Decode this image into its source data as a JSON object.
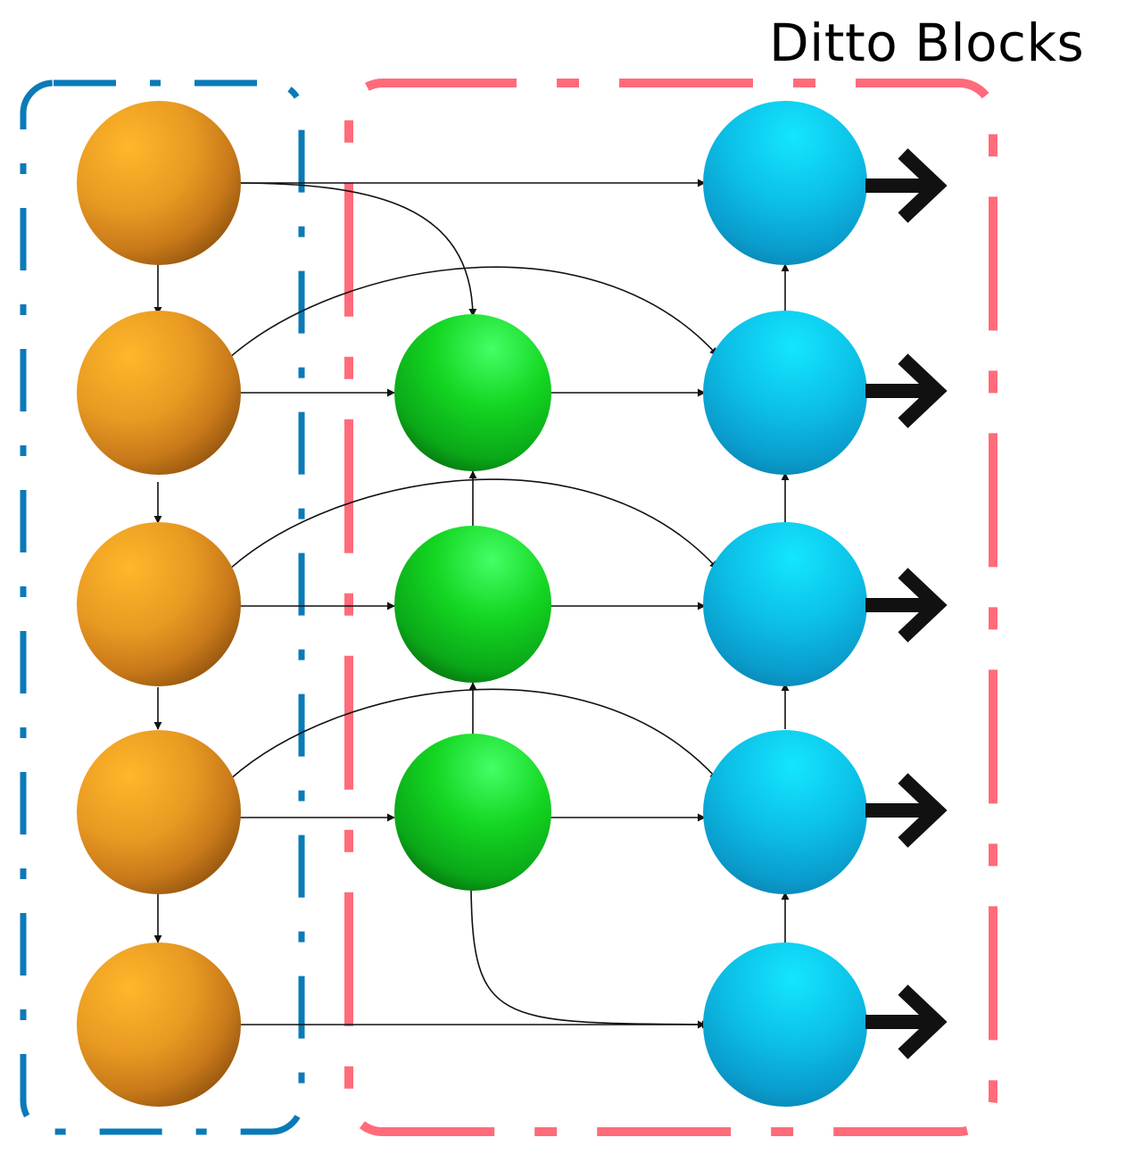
{
  "title": "Ditto Blocks",
  "colors": {
    "left_box": "#0a7ab8",
    "right_box": "#ff6b7a",
    "input_node": "#f0a020",
    "middle_node": "#1ed62a",
    "output_node": "#10c6ec",
    "edge": "#111111"
  },
  "columns": [
    {
      "id": "input",
      "node_count": 5,
      "node_color": "orange"
    },
    {
      "id": "middle",
      "node_count": 3,
      "node_color": "green"
    },
    {
      "id": "output",
      "node_count": 5,
      "node_color": "cyan"
    }
  ]
}
